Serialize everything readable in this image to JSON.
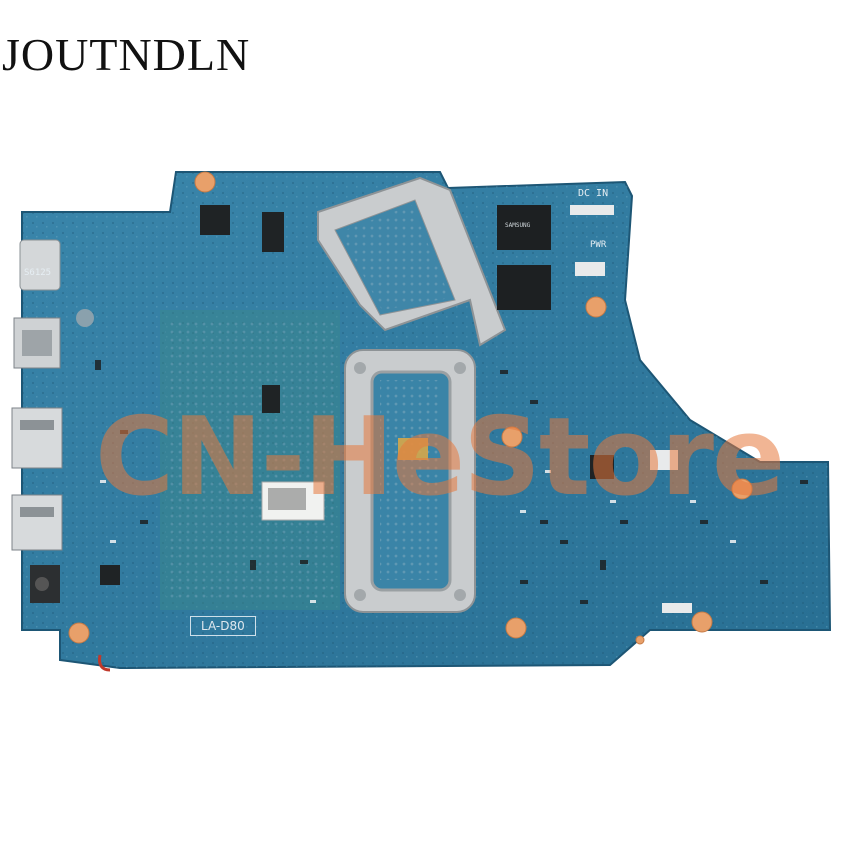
{
  "brand": {
    "name": "JOUTNDLN"
  },
  "watermark": {
    "text": "CN-HeStore"
  },
  "board": {
    "model_label": "LA-D80",
    "connector_label": "DC IN",
    "power_label": "PWR",
    "chip_label": "SAMSUNG",
    "port_label": "S6125"
  },
  "colors": {
    "pcb": "#2f7aa0",
    "pcb_dark": "#24607f",
    "heatsink": "#c9ccce",
    "pad": "#e8a06a"
  }
}
